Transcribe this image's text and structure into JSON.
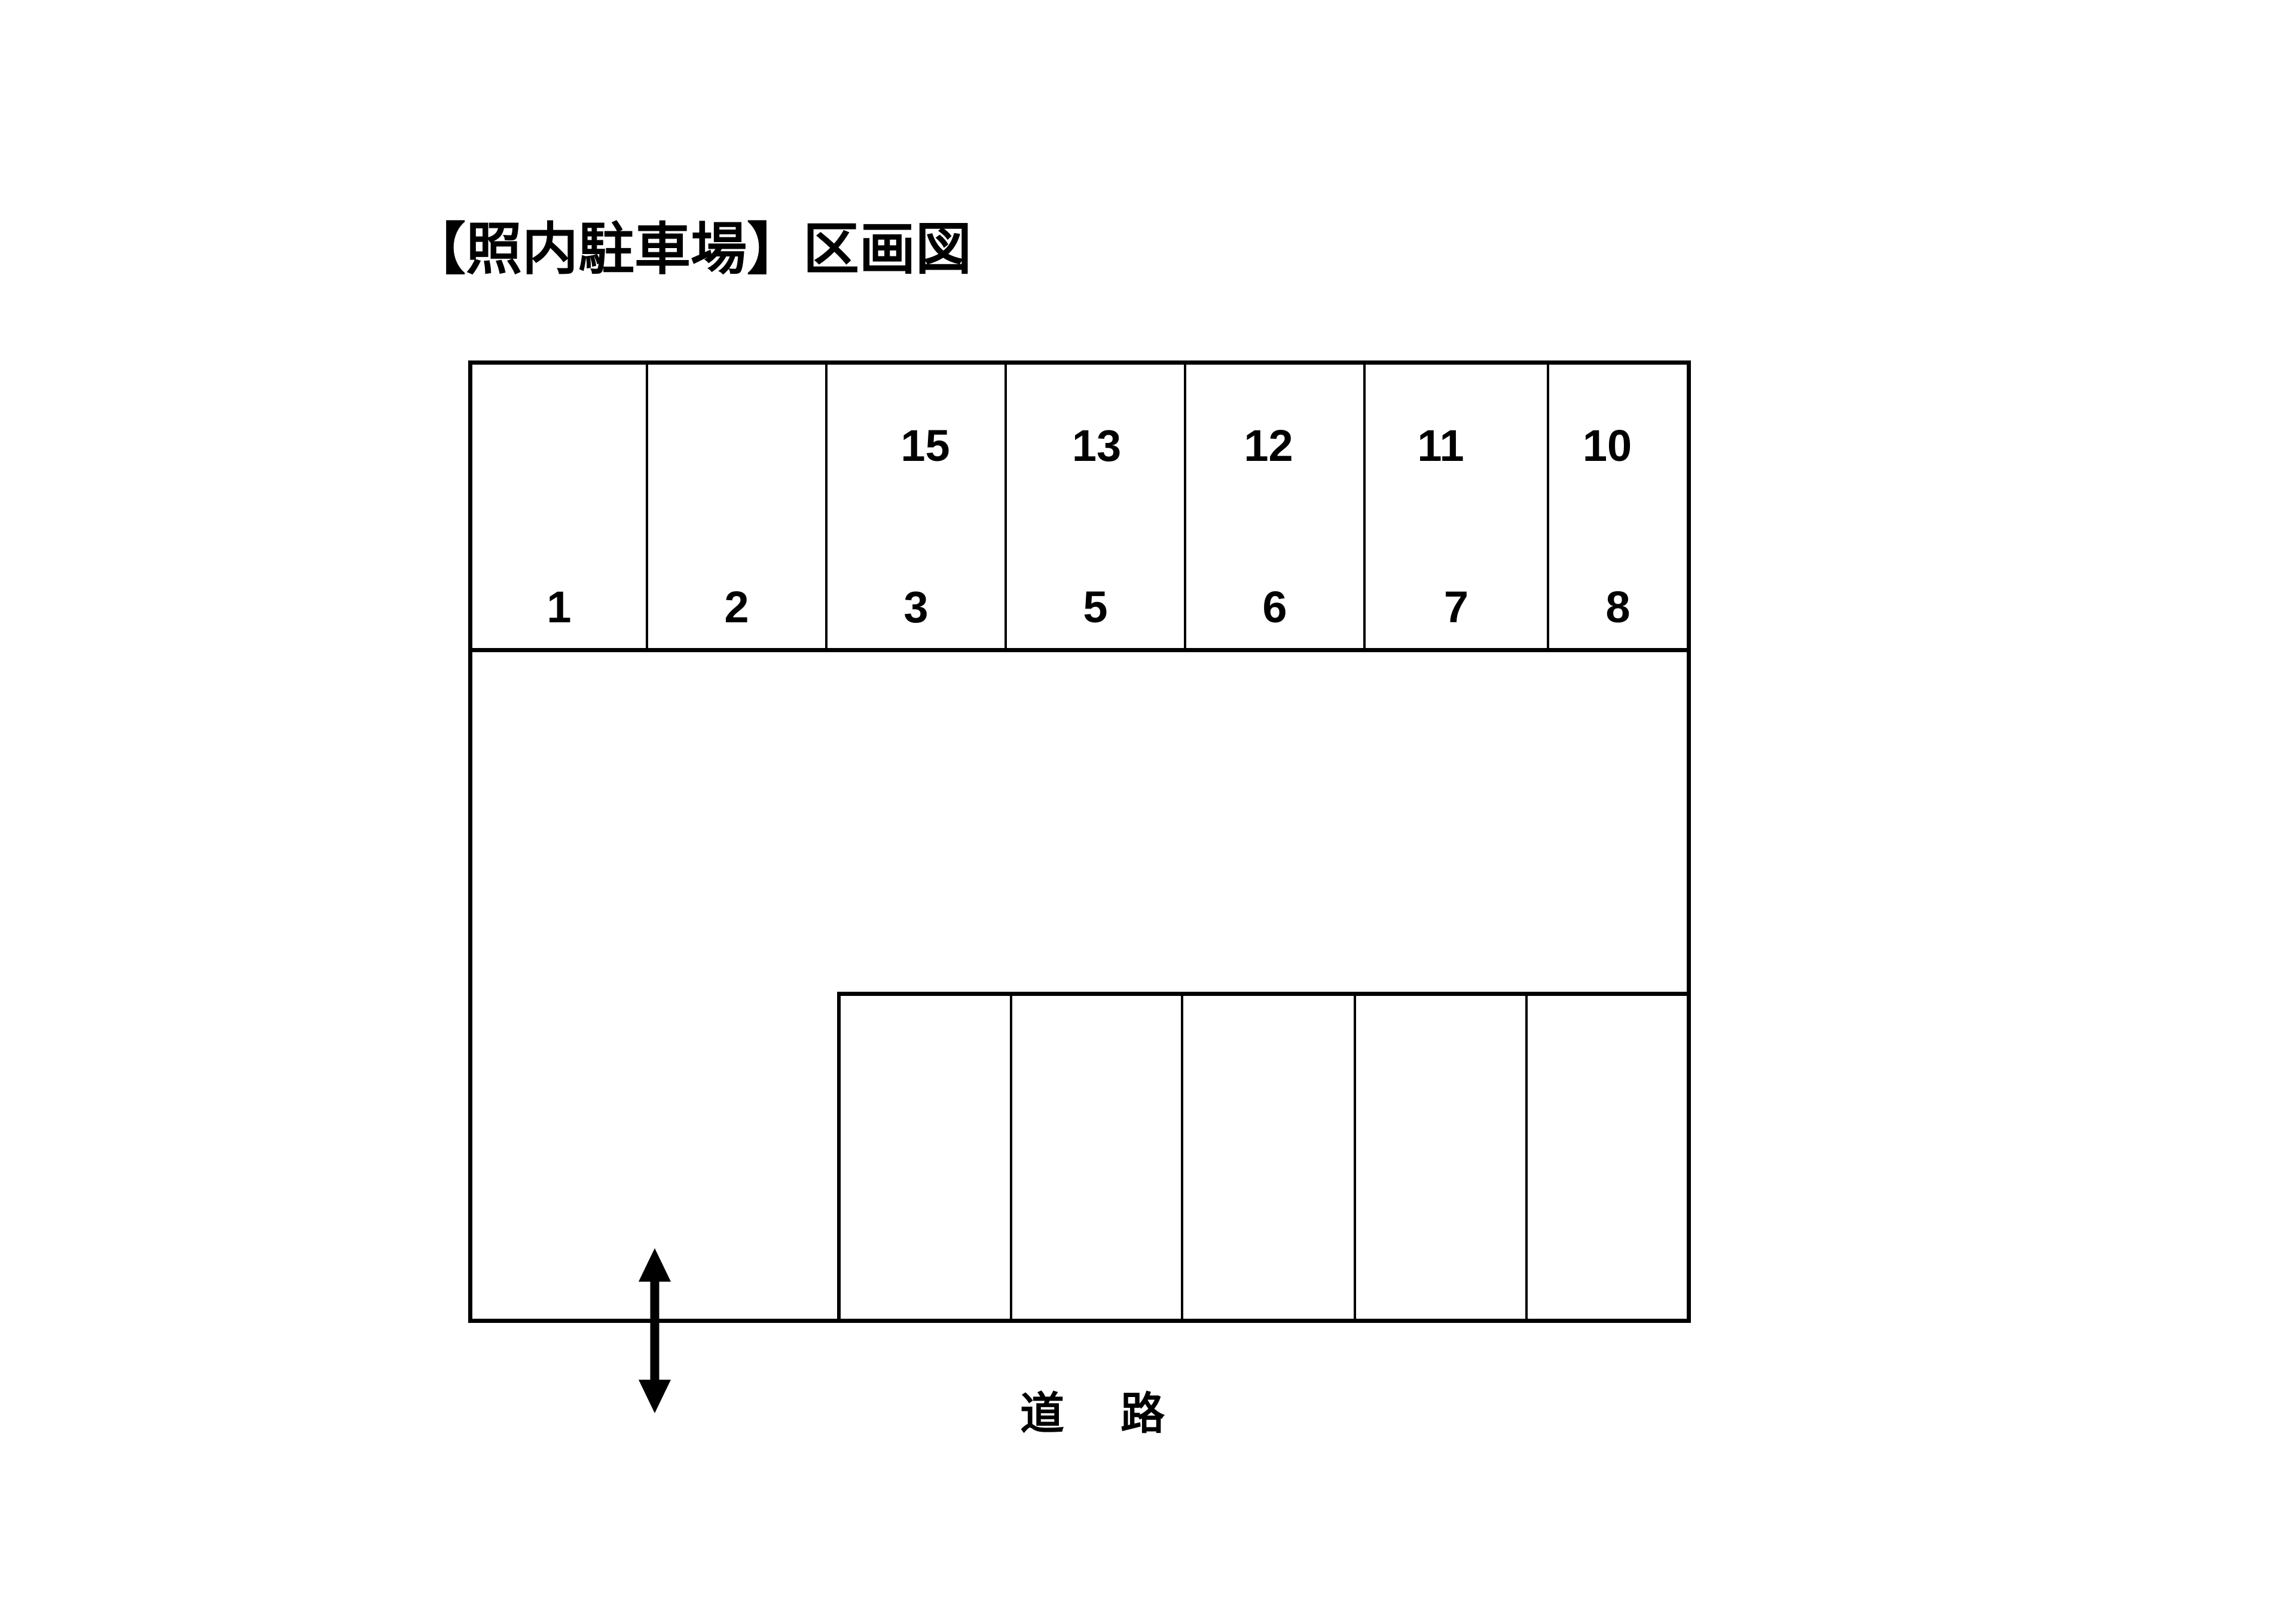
{
  "document": {
    "title": "【照内駐車場】区画図",
    "type": "parking-lot-layout-diagram"
  },
  "lot": {
    "north_row": {
      "label": "north-stall-row",
      "stalls": [
        {
          "number": "1"
        },
        {
          "number": "2"
        },
        {
          "number": "3"
        },
        {
          "number": "5"
        },
        {
          "number": "6"
        },
        {
          "number": "7"
        },
        {
          "number": "8"
        }
      ]
    },
    "south_row": {
      "label": "south-stall-row",
      "stalls": [
        {
          "number": "15"
        },
        {
          "number": "13"
        },
        {
          "number": "12"
        },
        {
          "number": "11"
        },
        {
          "number": "10"
        }
      ]
    }
  },
  "annotations": {
    "road_label": "道　路",
    "entrance_arrow": "double-headed-vertical-arrow"
  },
  "colors": {
    "line": "#000000",
    "background": "#ffffff",
    "text": "#000000"
  }
}
